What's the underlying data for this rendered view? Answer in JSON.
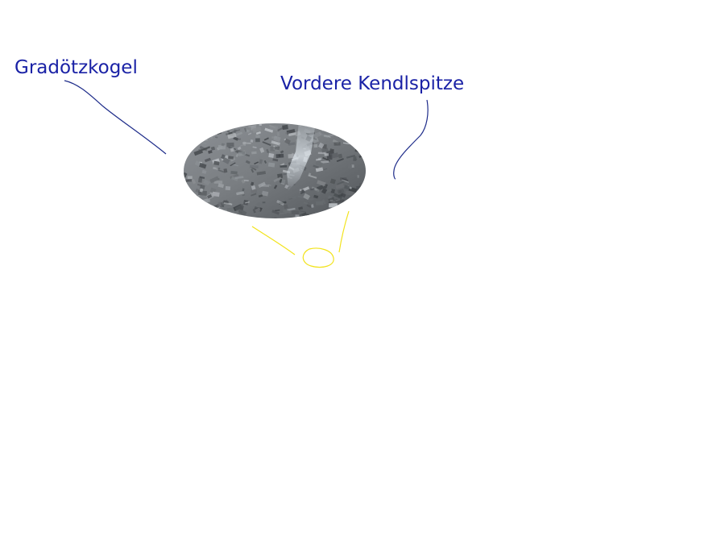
{
  "annotations": {
    "left_peak": "Gradötzkogel",
    "right_peak": "Vordere Kendlspitze"
  },
  "colors": {
    "label_text": "#1a22a6",
    "leader_line": "#1e2c8a",
    "yellow_marker": "#f2e31c",
    "background": "#ffffff",
    "rock_base": "#7f8387"
  },
  "icons": {
    "photo": "rock-cliff-photo-crop",
    "marker": "yellow-circle-marker"
  }
}
